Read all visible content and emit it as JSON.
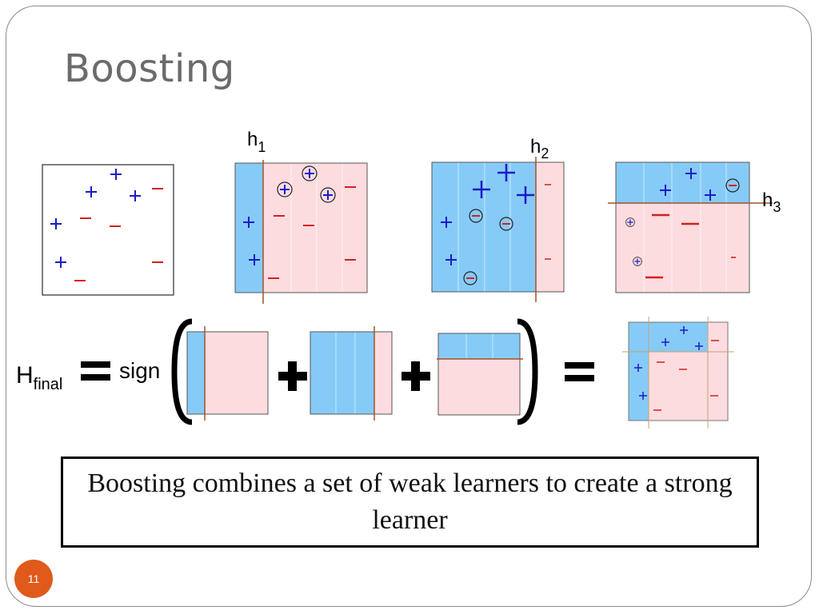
{
  "title": "Boosting",
  "diagram": {
    "labels": {
      "h1_base": "h",
      "h1_sub": "1",
      "h2_base": "h",
      "h2_sub": "2",
      "h3_base": "h",
      "h3_sub": "3",
      "hfinal_base": "H",
      "hfinal_sub": "final",
      "sign": "sign"
    },
    "colors": {
      "positive_symbol": "#1a1acc",
      "negative_symbol": "#d42020",
      "positive_region": "#86cbf7",
      "negative_region": "#fcdcdf",
      "decision_boundary": "#a0522d",
      "panel_border": "#000000"
    },
    "operators": {
      "equals_left": "equals-sign",
      "plus": "plus-sign",
      "equals_right": "equals-sign",
      "parens": "large-parentheses"
    }
  },
  "caption": "Boosting combines a set of weak learners to create a strong learner",
  "page_number": "11"
}
